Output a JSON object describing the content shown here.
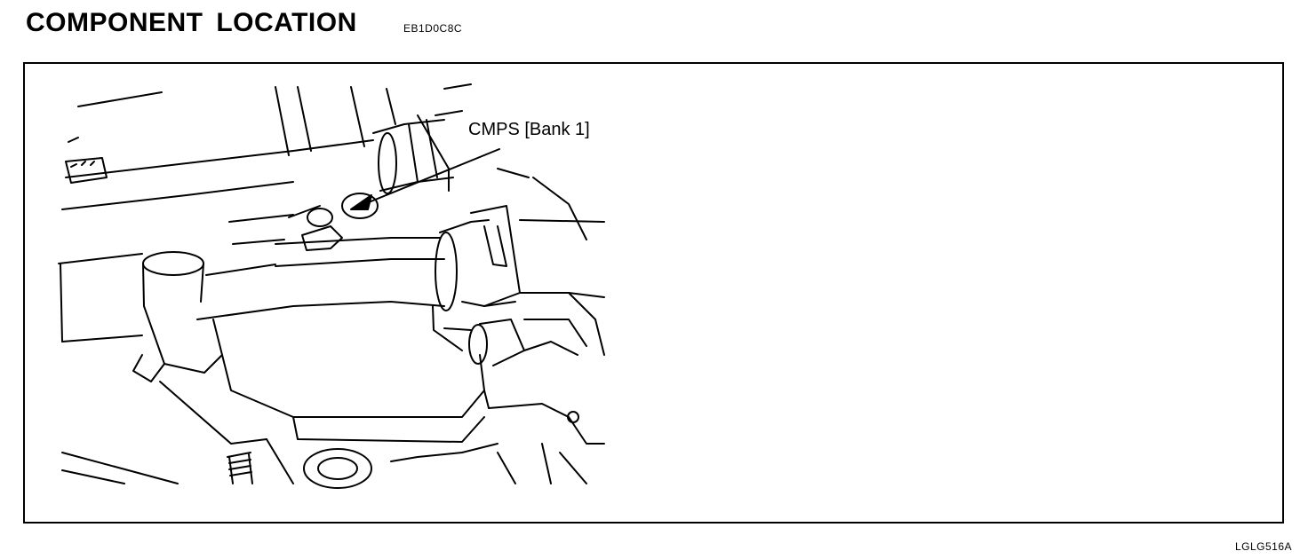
{
  "header": {
    "title": "COMPONENT LOCATION",
    "doc_code": "EB1D0C8C"
  },
  "figure": {
    "callout_label": "CMPS [Bank 1]",
    "figure_id": "LGLG516A"
  }
}
